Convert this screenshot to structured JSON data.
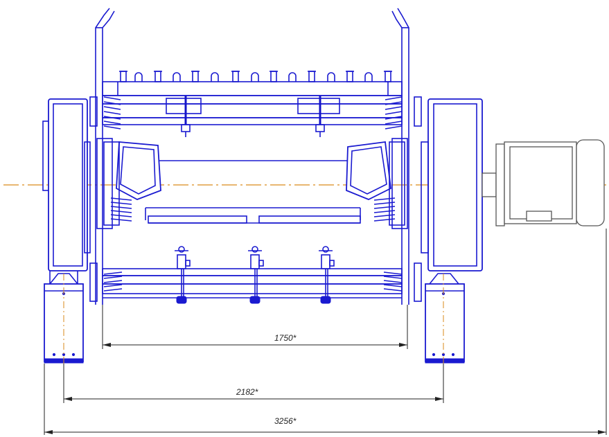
{
  "dimensions": {
    "inner_span": "1750*",
    "support_span": "2182*",
    "overall_length": "3256*"
  }
}
